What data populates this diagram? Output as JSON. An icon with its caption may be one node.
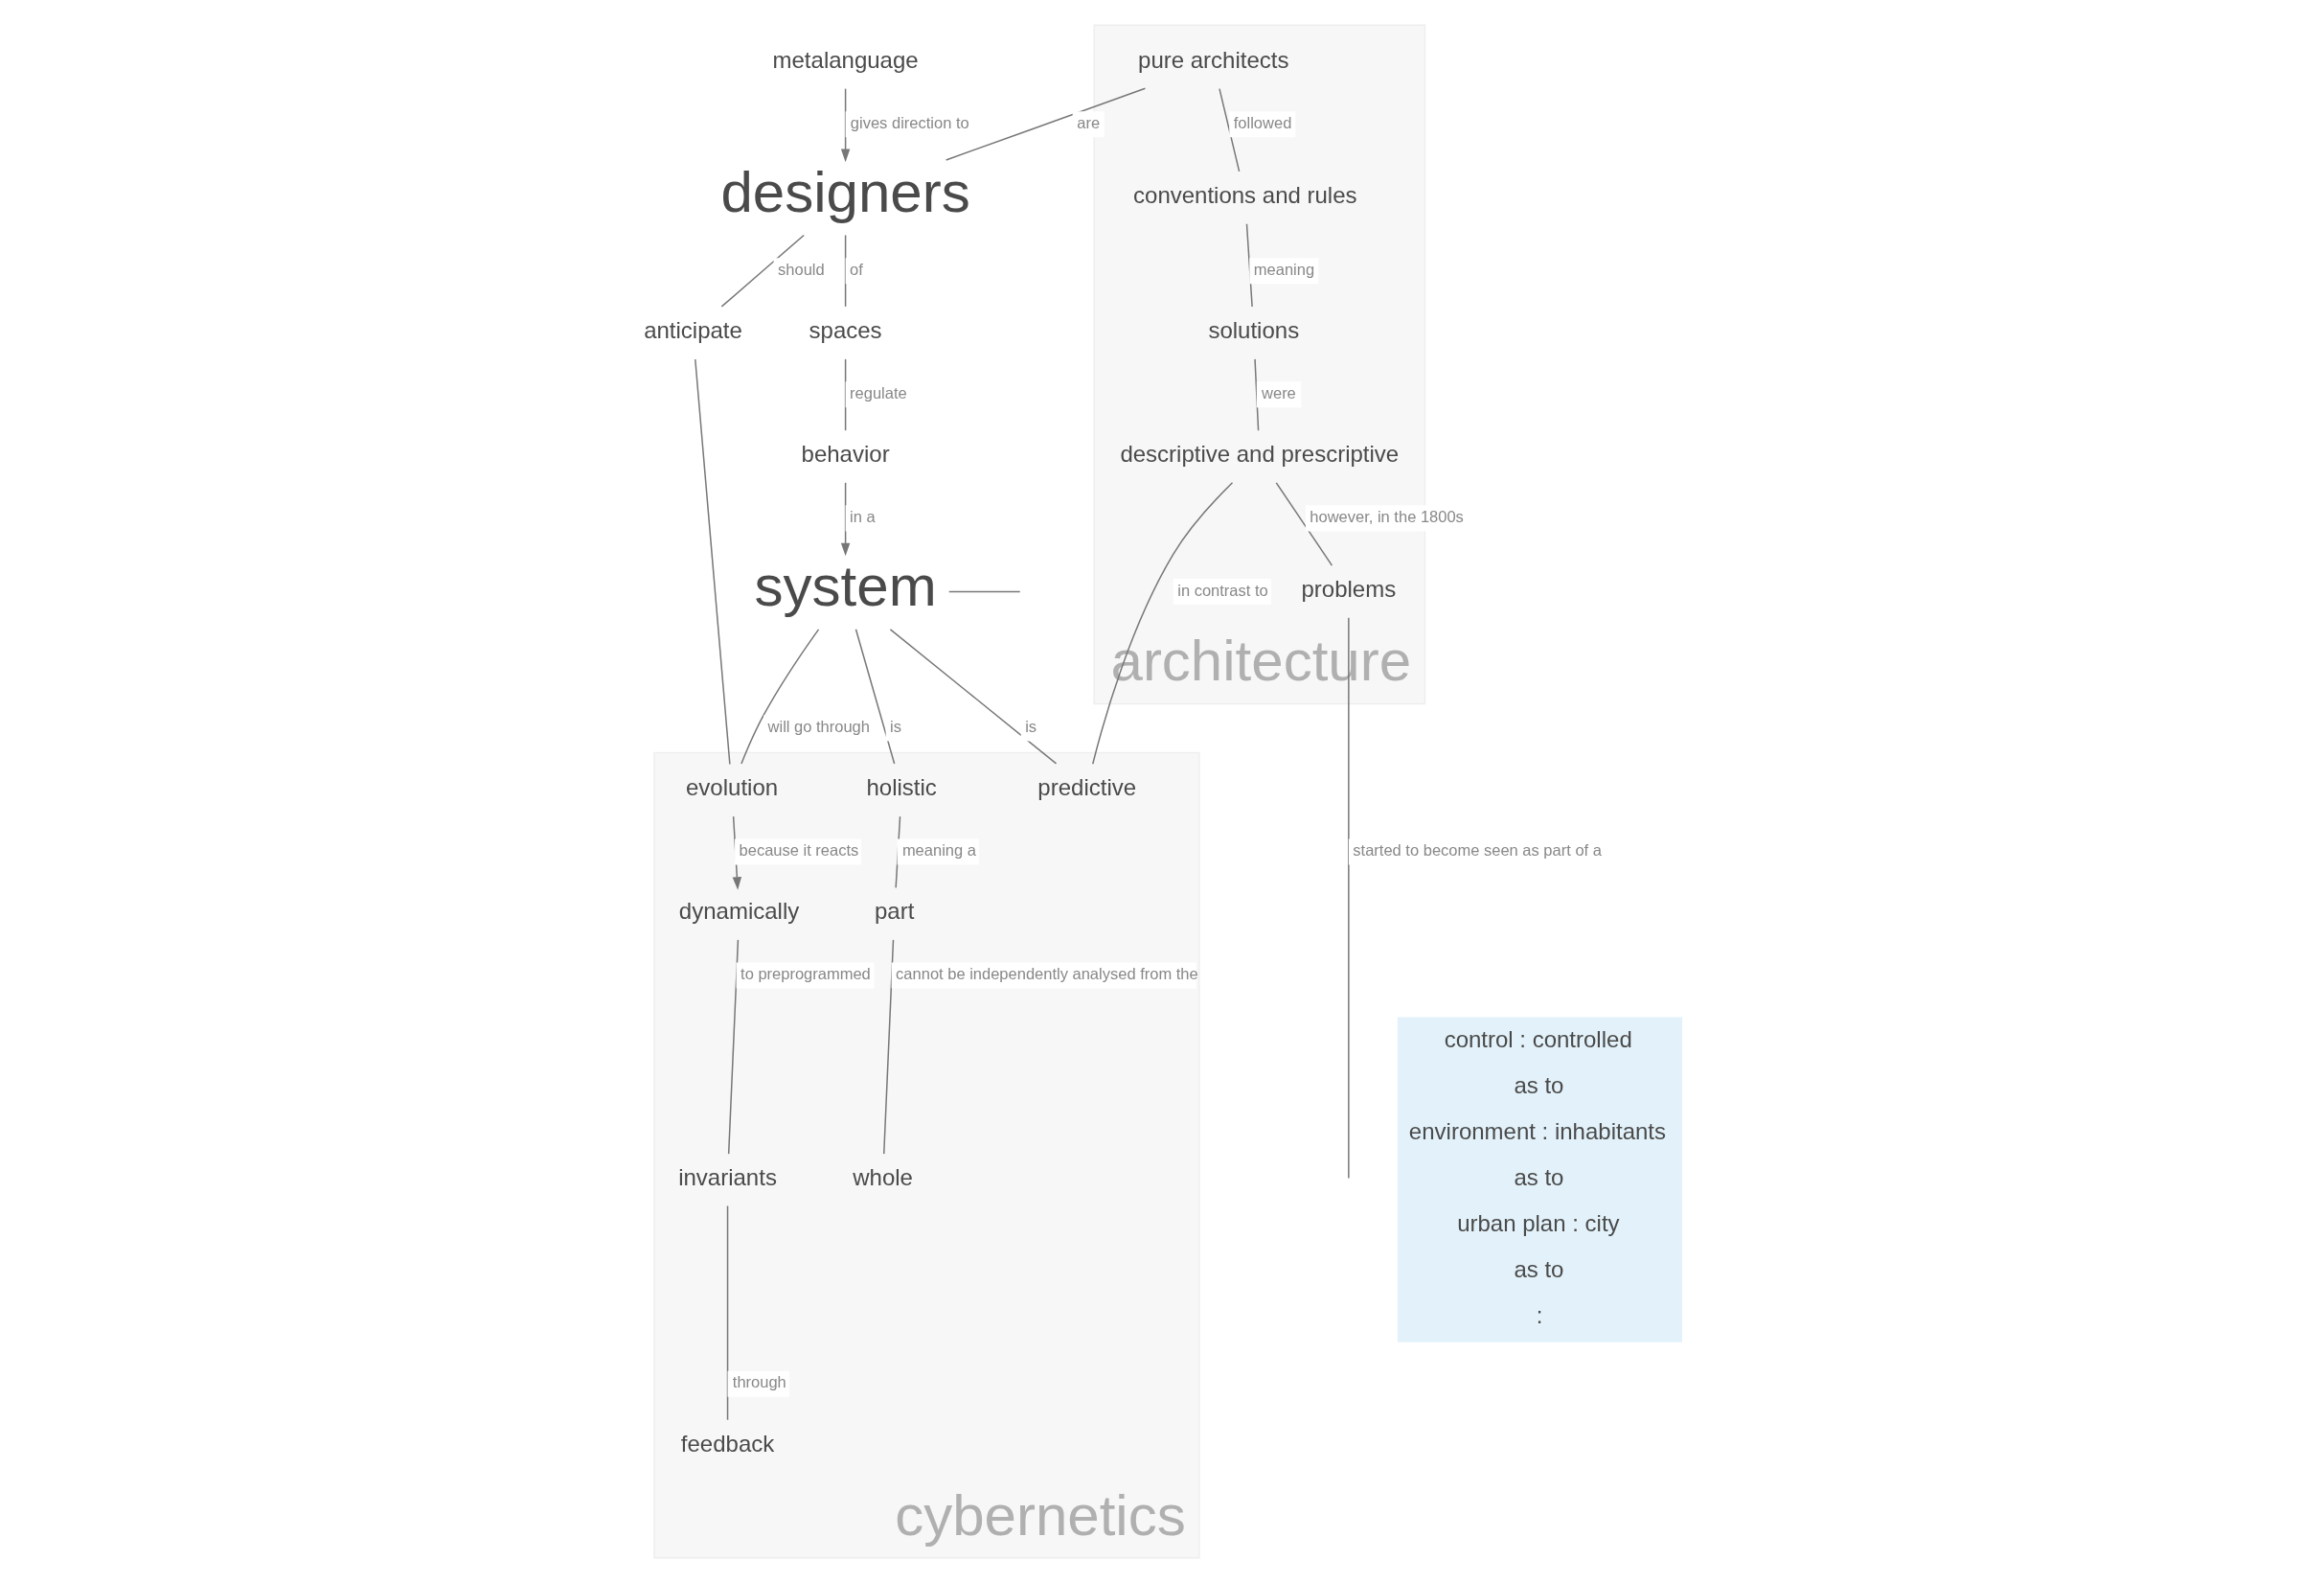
{
  "diagram": {
    "nodes": [
      {
        "text": [
          "metalanguage"
        ]
      },
      {
        "text": [
          "spaces"
        ]
      },
      {
        "text": [
          "behavior"
        ]
      },
      {
        "text": [
          "designers"
        ]
      },
      {
        "text": [
          "system"
        ]
      },
      {
        "text": [
          "architecture"
        ]
      },
      {
        "text": [
          "pure architects"
        ],
        "in": 5
      },
      {
        "text": [
          "conventions and rules"
        ],
        "in": 5
      },
      {
        "text": [
          "solutions"
        ],
        "in": 5
      },
      {
        "text": [
          "descriptive and prescriptive"
        ],
        "in": 5
      },
      {
        "text": [
          "problems"
        ],
        "in": 5
      },
      {
        "text": [
          "cybernetics"
        ]
      },
      {
        "text": [
          "anticipate"
        ]
      },
      {
        "text": [
          "evolution"
        ],
        "in": 11
      },
      {
        "text": [
          "predictive"
        ],
        "in": 11
      },
      {
        "text": [
          "holistic"
        ],
        "in": 11
      },
      {
        "text": [
          "part"
        ],
        "in": 11
      },
      {
        "text": [
          "whole"
        ],
        "in": 11
      },
      {
        "text": [
          "dynamically"
        ],
        "in": 11
      },
      {
        "text": [
          "invariants"
        ],
        "in": 11
      },
      {
        "text": [
          "feedback"
        ],
        "in": 11
      }
    ],
    "edges": [
      {
        "from": 0,
        "to": 3,
        "arrow": "to",
        "label": "gives direction to"
      },
      {
        "from": 3,
        "to": 1,
        "arrow": "none",
        "label": "of"
      },
      {
        "from": 1,
        "to": 2,
        "arrow": "none",
        "label": "regulate"
      },
      {
        "from": 2,
        "to": 4,
        "arrow": "to",
        "label": "in a"
      },
      {
        "from": 4,
        "to": null,
        "arrow": "none"
      },
      {
        "from": 6,
        "to": 3,
        "arrow": "none",
        "label": "are"
      },
      {
        "from": 6,
        "to": 7,
        "arrow": "none",
        "label": "followed"
      },
      {
        "from": 7,
        "to": 8,
        "arrow": "none",
        "label": "meaning"
      },
      {
        "from": 8,
        "to": 9,
        "arrow": "none",
        "label": "were"
      },
      {
        "from": 9,
        "to": 10,
        "arrow": "none",
        "label": "however, in the 1800s"
      },
      {
        "from": 10,
        "to": null,
        "arrow": "none",
        "label": "started to become seen as part of a"
      },
      {
        "from": 9,
        "to": 14,
        "arrow": "none",
        "label": "in contrast to"
      },
      {
        "from": 3,
        "to": 12,
        "arrow": "none",
        "label": "should"
      },
      {
        "from": 12,
        "to": 13,
        "arrow": "none"
      },
      {
        "from": 4,
        "to": 13,
        "arrow": "none",
        "label": "will go through"
      },
      {
        "from": 4,
        "to": 14,
        "arrow": "none",
        "label": "is"
      },
      {
        "from": 4,
        "to": 15,
        "arrow": "none",
        "label": "is"
      },
      {
        "from": 15,
        "to": 16,
        "arrow": "none",
        "label": "meaning a"
      },
      {
        "from": 16,
        "to": 17,
        "arrow": "none",
        "label": "cannot be independently analysed from the"
      },
      {
        "from": 13,
        "to": 18,
        "arrow": "to",
        "label": "because it reacts"
      },
      {
        "from": 18,
        "to": 19,
        "arrow": "none",
        "label": "to preprogrammed"
      },
      {
        "from": 19,
        "to": 20,
        "arrow": "none",
        "label": "through"
      }
    ],
    "labels": [
      "control : controlled",
      "as to",
      "environment : inhabitants",
      "as to",
      "urban plan : city",
      "as to",
      ":"
    ]
  }
}
